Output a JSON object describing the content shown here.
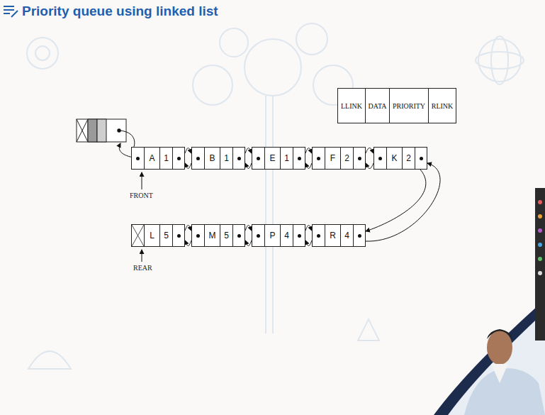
{
  "diagram": {
    "title": "Priority queue using linked list",
    "nodes": [
      {
        "text": [
          "LLINK",
          "DATA",
          "PRIORITY",
          "RLINK"
        ]
      },
      {
        "text": [
          "A",
          "1"
        ]
      },
      {
        "text": [
          "B",
          "1"
        ]
      },
      {
        "text": [
          "E",
          "1"
        ]
      },
      {
        "text": [
          "F",
          "2"
        ]
      },
      {
        "text": [
          "K",
          "2"
        ]
      },
      {
        "text": [
          "L",
          "5"
        ]
      },
      {
        "text": [
          "M",
          "5"
        ]
      },
      {
        "text": [
          "P",
          "4"
        ]
      },
      {
        "text": [
          "R",
          "4"
        ]
      }
    ],
    "edges": [
      {
        "from": 1,
        "to": 2,
        "arrow": "both"
      },
      {
        "from": 2,
        "to": 3,
        "arrow": "both"
      },
      {
        "from": 3,
        "to": 4,
        "arrow": "both"
      },
      {
        "from": 4,
        "to": 5,
        "arrow": "both"
      },
      {
        "from": 5,
        "to": 9,
        "arrow": "both"
      },
      {
        "from": 9,
        "to": 8,
        "arrow": "both"
      },
      {
        "from": 8,
        "to": 7,
        "arrow": "both"
      },
      {
        "from": 7,
        "to": 6,
        "arrow": "both"
      }
    ],
    "labels": [
      "FRONT",
      "REAR"
    ]
  }
}
